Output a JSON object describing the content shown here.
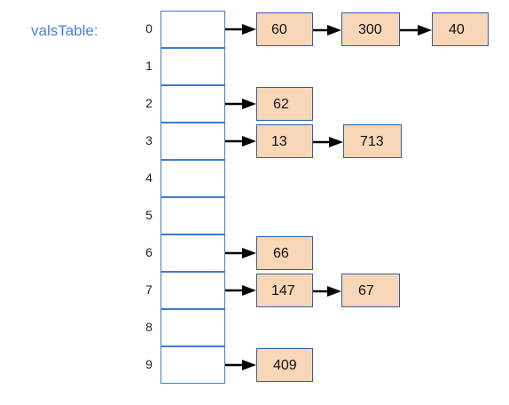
{
  "title": "valsTable:",
  "colors": {
    "title": "#4a7fd8",
    "slot_border": "#3d7cc9",
    "node_fill": "#f8d6b8",
    "node_border": "#2f5fa0",
    "arrow": "#000000"
  },
  "slots": [
    {
      "index": "0",
      "chain": [
        "60",
        "300",
        "40"
      ]
    },
    {
      "index": "1",
      "chain": []
    },
    {
      "index": "2",
      "chain": [
        "62"
      ]
    },
    {
      "index": "3",
      "chain": [
        "13",
        "713"
      ]
    },
    {
      "index": "4",
      "chain": []
    },
    {
      "index": "5",
      "chain": []
    },
    {
      "index": "6",
      "chain": [
        "66"
      ]
    },
    {
      "index": "7",
      "chain": [
        "147",
        "67"
      ]
    },
    {
      "index": "8",
      "chain": []
    },
    {
      "index": "9",
      "chain": [
        "409"
      ]
    }
  ]
}
